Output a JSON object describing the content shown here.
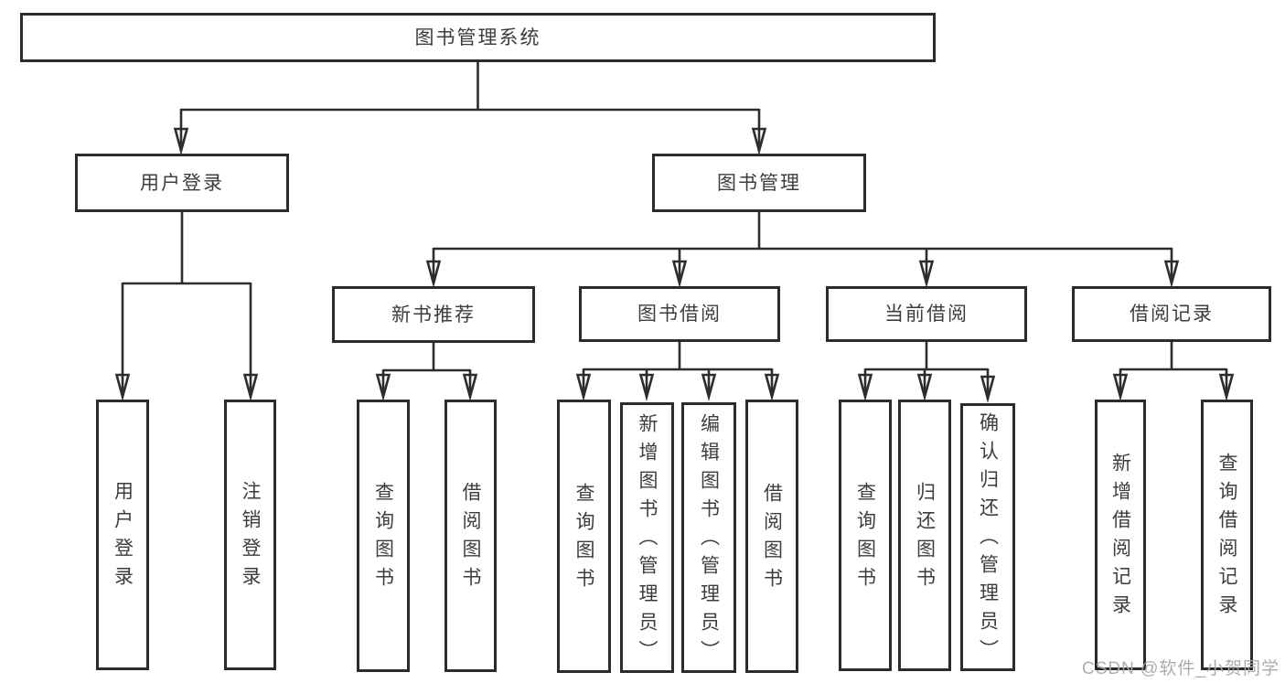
{
  "diagram": {
    "title": "图书管理系统",
    "watermark": "CSDN @软件_小贺同学",
    "colors": {
      "line": "#2d2d2d",
      "box_border": "#2b2b2b",
      "text": "#3d3d3d",
      "watermark": "#a9a9a9",
      "background": "#ffffff"
    }
  },
  "nodes": {
    "root": {
      "label": "图书管理系统"
    },
    "login_group": {
      "label": "用户登录"
    },
    "book_mgmt": {
      "label": "图书管理"
    },
    "new_books": {
      "label": "新书推荐"
    },
    "borrow": {
      "label": "图书借阅"
    },
    "current": {
      "label": "当前借阅"
    },
    "records": {
      "label": "借阅记录"
    },
    "login": {
      "label": "用户登录"
    },
    "logout": {
      "label": "注销登录"
    },
    "nb_query": {
      "label": "查询图书"
    },
    "nb_borrow": {
      "label": "借阅图书"
    },
    "bw_query": {
      "label": "查询图书"
    },
    "bw_add": {
      "label": "新增图书（管理员）"
    },
    "bw_edit": {
      "label": "编辑图书（管理员）"
    },
    "bw_borrow": {
      "label": "借阅图书"
    },
    "cur_query": {
      "label": "查询图书"
    },
    "cur_return": {
      "label": "归还图书"
    },
    "cur_confirm": {
      "label": "确认归还（管理员）"
    },
    "rec_add": {
      "label": "新增借阅记录"
    },
    "rec_query": {
      "label": "查询借阅记录"
    }
  }
}
